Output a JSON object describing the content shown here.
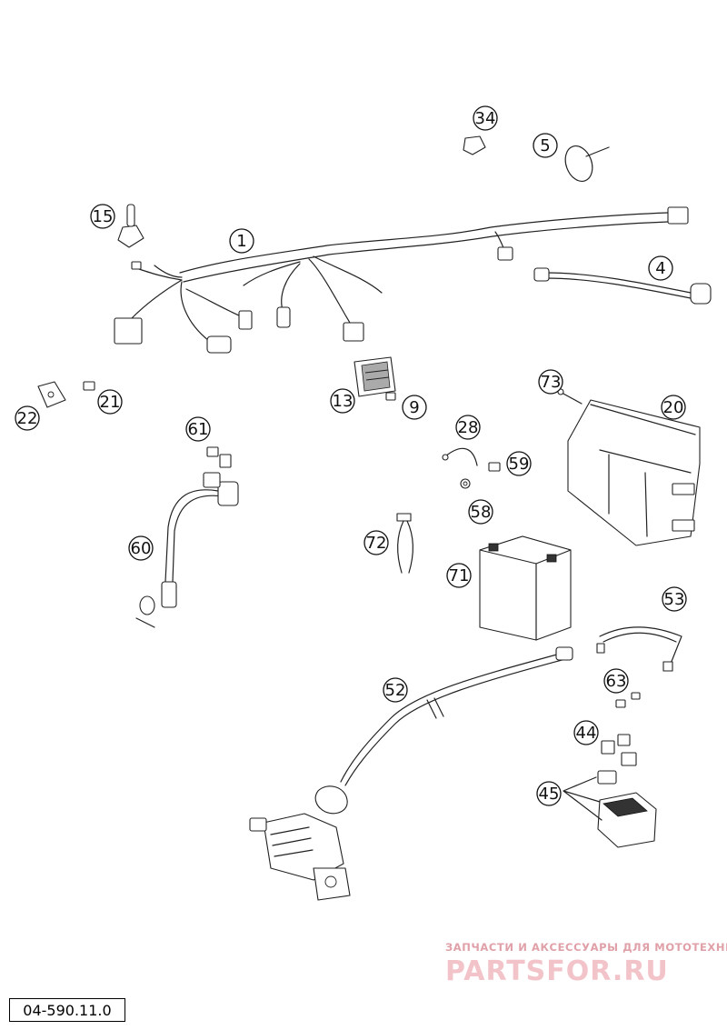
{
  "document_code": "04-590.11.0",
  "watermark": {
    "tagline": "ЗАПЧАСТИ И АКСЕССУАРЫ ДЛЯ МОТОТЕХНИКИ",
    "logo": "PARTSFOR.RU"
  },
  "callouts": [
    {
      "id": "c34",
      "label": "34",
      "part": "clip"
    },
    {
      "id": "c5",
      "label": "5",
      "part": "cable-tie"
    },
    {
      "id": "c15",
      "label": "15",
      "part": "switch"
    },
    {
      "id": "c1",
      "label": "1",
      "part": "wiring-harness"
    },
    {
      "id": "c4",
      "label": "4",
      "part": "cable"
    },
    {
      "id": "c22",
      "label": "22",
      "part": "bracket"
    },
    {
      "id": "c21",
      "label": "21",
      "part": "clip"
    },
    {
      "id": "c13",
      "label": "13",
      "part": "regulator"
    },
    {
      "id": "c9",
      "label": "9",
      "part": "screw"
    },
    {
      "id": "c73",
      "label": "73",
      "part": "screw"
    },
    {
      "id": "c20",
      "label": "20",
      "part": "battery-holder"
    },
    {
      "id": "c61",
      "label": "61",
      "part": "fuse"
    },
    {
      "id": "c28",
      "label": "28",
      "part": "ground-cable"
    },
    {
      "id": "c59",
      "label": "59",
      "part": "screw"
    },
    {
      "id": "c58",
      "label": "58",
      "part": "washer"
    },
    {
      "id": "c60",
      "label": "60",
      "part": "cable"
    },
    {
      "id": "c72",
      "label": "72",
      "part": "strap"
    },
    {
      "id": "c71",
      "label": "71",
      "part": "battery"
    },
    {
      "id": "c53",
      "label": "53",
      "part": "cable"
    },
    {
      "id": "c52",
      "label": "52",
      "part": "starter-cable"
    },
    {
      "id": "c63",
      "label": "63",
      "part": "nut"
    },
    {
      "id": "c44",
      "label": "44",
      "part": "fuse"
    },
    {
      "id": "c45",
      "label": "45",
      "part": "starter-relay"
    }
  ]
}
